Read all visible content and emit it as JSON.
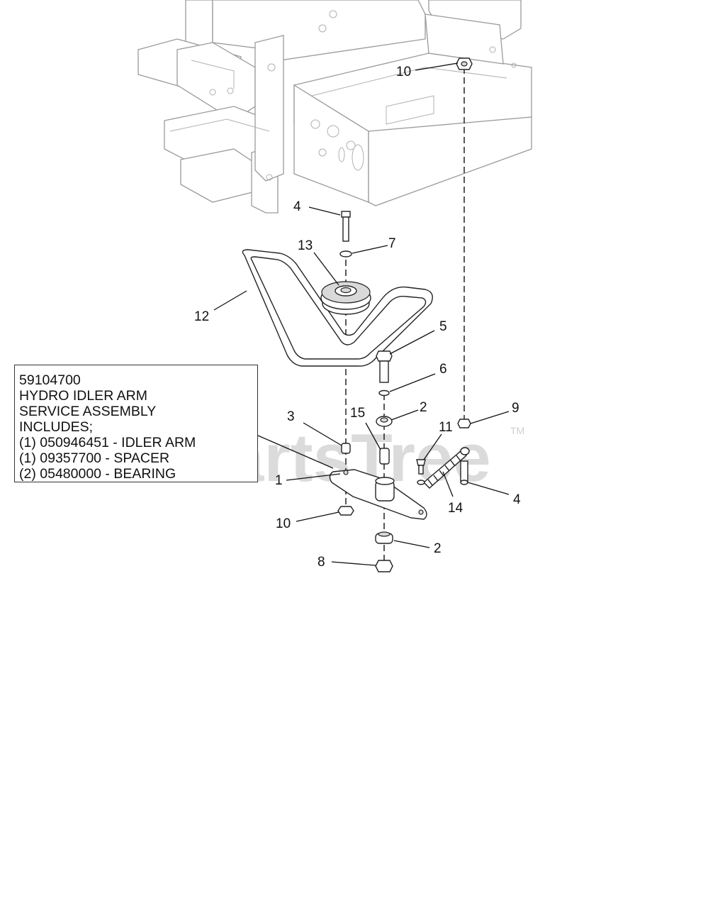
{
  "note": {
    "lines": [
      "59104700",
      "HYDRO IDLER ARM",
      "SERVICE ASSEMBLY",
      "INCLUDES;",
      "(1) 050946451 - IDLER ARM",
      "(1) 09357700 - SPACER",
      "(2) 05480000 - BEARING"
    ]
  },
  "callouts": {
    "c10_top": "10",
    "c4_top": "4",
    "c7": "7",
    "c13": "13",
    "c12": "12",
    "c5": "5",
    "c6": "6",
    "c2_upper": "2",
    "c3": "3",
    "c15": "15",
    "c11": "11",
    "c9": "9",
    "c1": "1",
    "c14": "14",
    "c4_right": "4",
    "c10_bottom": "10",
    "c2_lower": "2",
    "c8": "8"
  },
  "watermark": {
    "text": "PartsTree",
    "tm": "TM"
  }
}
